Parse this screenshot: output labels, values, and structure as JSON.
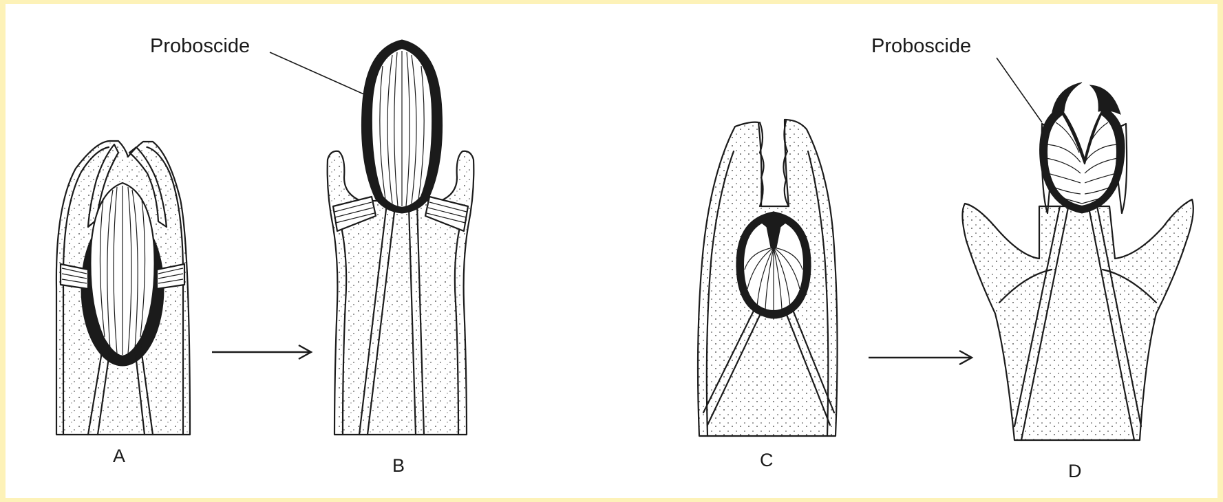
{
  "labels": {
    "proboscis_left": "Proboscide",
    "proboscis_right": "Proboscide",
    "panel_a": "A",
    "panel_b": "B",
    "panel_c": "C",
    "panel_d": "D"
  },
  "colors": {
    "border": "#fdf2b8",
    "background": "#ffffff",
    "ink": "#1b1b1b"
  }
}
